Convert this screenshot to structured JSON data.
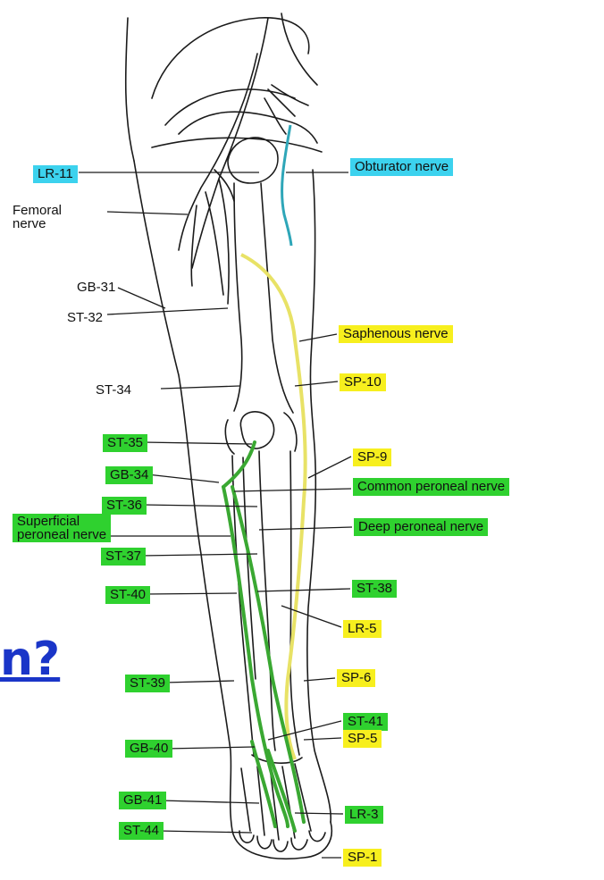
{
  "colors": {
    "cyan": "#3cd2ee",
    "yellow": "#f7ef1e",
    "green": "#2fd12f",
    "nerve_yellow": "#e8e266",
    "nerve_green": "#3aa832",
    "nerve_cyan": "#2ea6b8",
    "linework": "#1b1b1b",
    "heading_blue": "#1a35c8"
  },
  "cutoff_text": "n?",
  "labels": {
    "lr11": "LR-11",
    "femoral_nerve": "Femoral\nnerve",
    "obturator_nerve": "Obturator nerve",
    "gb31": "GB-31",
    "st32": "ST-32",
    "saphenous_nerve": "Saphenous nerve",
    "st34": "ST-34",
    "sp10": "SP-10",
    "st35": "ST-35",
    "sp9": "SP-9",
    "gb34": "GB-34",
    "common_peroneal_nerve": "Common peroneal nerve",
    "st36": "ST-36",
    "superficial_peroneal_nerve": "Superficial\nperoneal nerve",
    "deep_peroneal_nerve": "Deep peroneal nerve",
    "st37": "ST-37",
    "st40": "ST-40",
    "st38": "ST-38",
    "lr5": "LR-5",
    "st39": "ST-39",
    "sp6": "SP-6",
    "st41": "ST-41",
    "sp5": "SP-5",
    "gb40": "GB-40",
    "gb41": "GB-41",
    "lr3": "LR-3",
    "st44": "ST-44",
    "sp1": "SP-1"
  }
}
